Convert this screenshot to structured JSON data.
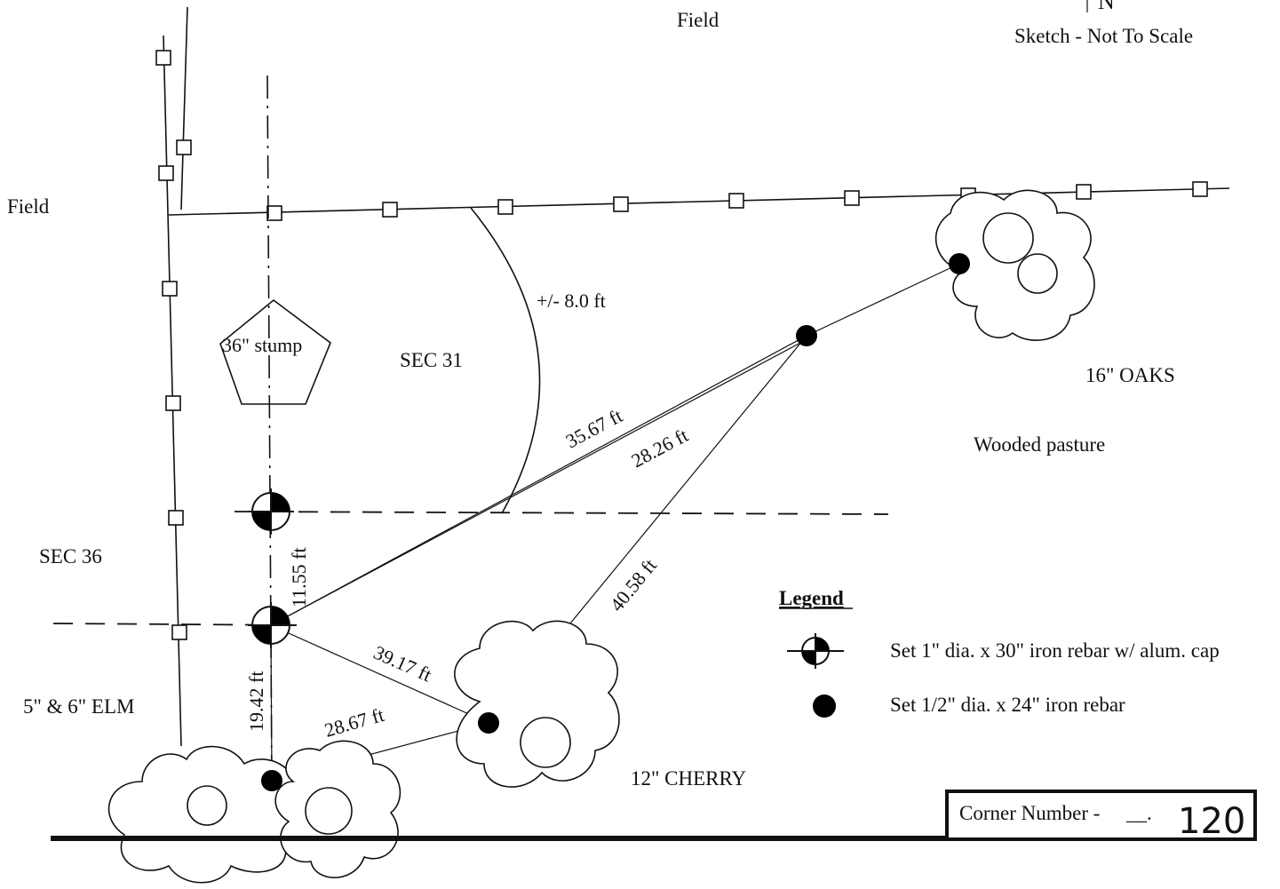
{
  "header": {
    "field_top": "Field",
    "north_arrow": "N",
    "sketch_note": "Sketch - Not To Scale"
  },
  "labels": {
    "field_left": "Field",
    "sec31": "SEC 31",
    "sec36": "SEC 36",
    "stump": "36\" stump",
    "oaks": "16\" OAKS",
    "wooded": "Wooded pasture",
    "elm": "5\" & 6\" ELM",
    "cherry": "12\" CHERRY"
  },
  "dimensions": {
    "arc": "+/- 8.0 ft",
    "d1": "35.67 ft",
    "d2": "28.26 ft",
    "d3": "11.55 ft",
    "d4": "40.58 ft",
    "d5": "39.17 ft",
    "d6": "19.42 ft",
    "d7": "28.67 ft"
  },
  "legend": {
    "title": "Legend",
    "item1": "Set 1\" dia. x 30\" iron rebar w/ alum. cap",
    "item2": "Set 1/2\" dia. x 24\" iron rebar"
  },
  "corner": {
    "label": "Corner Number -",
    "blank": "__.",
    "number": "120"
  },
  "icons": {
    "monument": "cap-monument-icon",
    "rebar": "rebar-dot-icon",
    "fence_post": "fence-post-icon",
    "north": "north-arrow-icon"
  }
}
